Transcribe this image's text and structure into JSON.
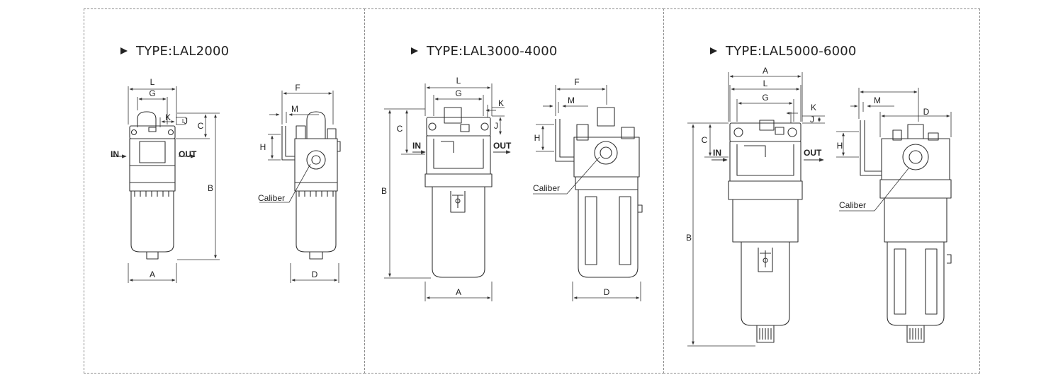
{
  "panels": [
    {
      "title": "TYPE:LAL2000"
    },
    {
      "title": "TYPE:LAL3000-4000"
    },
    {
      "title": "TYPE:LAL5000-6000"
    }
  ],
  "dims": {
    "A": "A",
    "B": "B",
    "C": "C",
    "D": "D",
    "F": "F",
    "G": "G",
    "H": "H",
    "J": "J",
    "K": "K",
    "L": "L",
    "M": "M"
  },
  "ports": {
    "in": "IN",
    "out": "OUT"
  },
  "callout": {
    "caliber": "Caliber"
  }
}
